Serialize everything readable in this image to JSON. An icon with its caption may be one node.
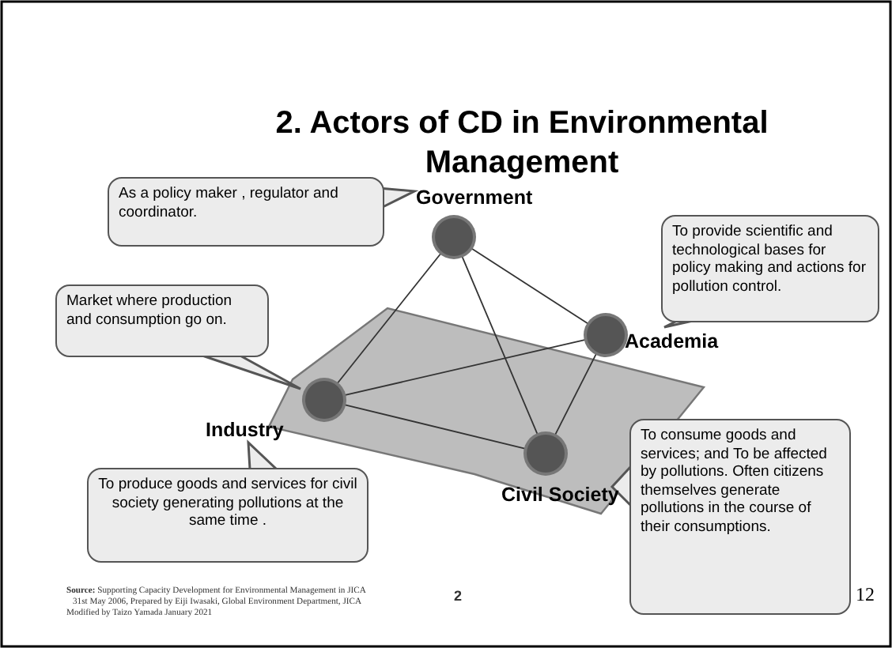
{
  "diagram": {
    "title": "2. Actors of CD in Environmental Management",
    "nodes": [
      {
        "text": [
          "Government"
        ]
      },
      {
        "text": [
          "Academia"
        ]
      },
      {
        "text": [
          "Industry"
        ]
      },
      {
        "text": [
          "Civil Society"
        ]
      },
      {
        "text": [
          "As a policy maker , regulator and coordinator."
        ]
      },
      {
        "text": [
          "To provide scientific and technological bases for policy making and actions for pollution control."
        ]
      },
      {
        "text": [
          "Market where production and consumption go on."
        ]
      },
      {
        "text": [
          "To produce goods and services for civil society generating pollutions at the same time ."
        ]
      },
      {
        "text": [
          "To consume goods and services; and To be affected by pollutions. Often citizens themselves generate pollutions in the course of their consumptions."
        ]
      }
    ],
    "edges": [
      {
        "from": 0,
        "to": 2,
        "arrow": "none"
      },
      {
        "from": 0,
        "to": 1,
        "arrow": "none"
      },
      {
        "from": 0,
        "to": 3,
        "arrow": "none"
      },
      {
        "from": 2,
        "to": 1,
        "arrow": "none"
      },
      {
        "from": 2,
        "to": 3,
        "arrow": "none"
      },
      {
        "from": 1,
        "to": 3,
        "arrow": "none"
      }
    ],
    "labels": [
      "**Source:** Supporting Capacity Development for Environmental Management in JICA",
      "31st May 2006, Prepared by Eiji Iwasaki, Global Environment Department, JICA",
      "Modified by Taizo Yamada January 2021",
      "2",
      "12"
    ]
  }
}
